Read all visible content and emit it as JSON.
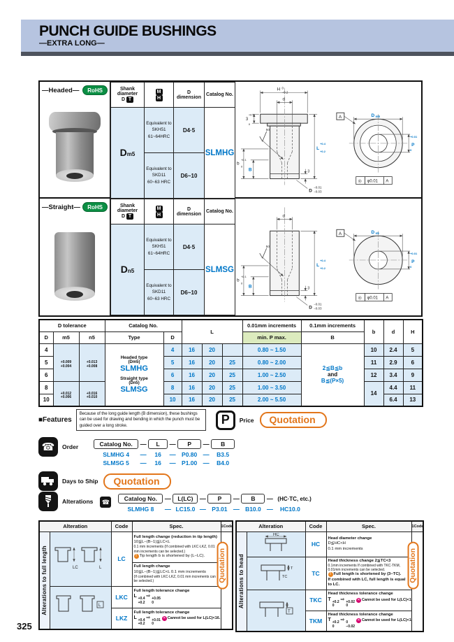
{
  "page": {
    "title": "PUNCH GUIDE BUSHINGS",
    "subtitle": "—EXTRA LONG—",
    "page_number": "325"
  },
  "colors": {
    "accent_blue": "#0077c8",
    "band_blue": "#b6c4e0",
    "rohs_green": "#0b8f44",
    "quote_orange": "#e2761b",
    "cell_blue": "#dcebf7",
    "pmax_green": "#dcebbe"
  },
  "spec_headers": {
    "shank_line1": "Shank diameter",
    "shank_d": "D",
    "shank_t": "T",
    "m": "M",
    "h": "H",
    "d_dim1": "D",
    "d_dim2": "dimension",
    "catalog": "Catalog No."
  },
  "headed": {
    "label": "—Headed—",
    "rohs": "RoHS",
    "shank_main": "D",
    "shank_sub": "m5",
    "mat1_l1": "Equivalent to",
    "mat1_l2": "SKH51",
    "mat1_l3": "61~64HRC",
    "mat1_d": "D4·5",
    "mat2_l1": "Equivalent to",
    "mat2_l2": "SKD11",
    "mat2_l3": "60~63 HRC",
    "mat2_d": "D6~10",
    "catalog_no": "SLMHG"
  },
  "straight": {
    "label": "—Straight—",
    "rohs": "RoHS",
    "shank_main": "D",
    "shank_sub": "n5",
    "mat1_l1": "Equivalent to",
    "mat1_l2": "SKH51",
    "mat1_l3": "61~64HRC",
    "mat1_d": "D4·5",
    "mat2_l1": "Equivalent to",
    "mat2_l2": "SKD11",
    "mat2_l3": "60~63 HRC",
    "mat2_d": "D6~10",
    "catalog_no": "SLMSG"
  },
  "drawing_headed": {
    "H": "H",
    "H_sup": "0",
    "H_sub": "−0.2",
    "d": "d",
    "t3": "3",
    "t3_sup": "+0.2",
    "t3_sub": "0",
    "rough": "50",
    "L": "L",
    "L_sup": "+0.4",
    "L_sub": "+0.2",
    "B": "B",
    "b": "b",
    "b_sup": "+0.1",
    "b_sub": "0",
    "bot3": "3",
    "D": "D",
    "D_sup": "−0.01",
    "D_sub": "−0.03",
    "datum": "A",
    "dia_main": "D",
    "dia_sub": "m5",
    "P": "P",
    "P_sup": "+0.01",
    "P_sub": "0",
    "fcf_sym": "◎",
    "fcf_tol": "φ0.01",
    "fcf_datum": "A"
  },
  "drawing_straight": {
    "d": "d",
    "rough": "50",
    "L": "L",
    "L_sup": "+0.4",
    "L_sub": "+0.2",
    "B": "B",
    "b": "b",
    "b_sup": "+0.1",
    "b_sub": "0",
    "bot3": "3",
    "D": "D",
    "D_sup": "−0.01",
    "D_sub": "−0.03",
    "datum": "A",
    "dia_main": "D",
    "dia_sub": "n5",
    "P": "P",
    "P_sup": "+0.01",
    "P_sub": "0",
    "fcf_sym": "◎",
    "fcf_tol": "φ0.01",
    "fcf_datum": "A"
  },
  "main_table": {
    "headers": {
      "d_tol": "D tolerance",
      "D": "D",
      "m5": "m5",
      "n5": "n5",
      "catalog": "Catalog No.",
      "type": "Type",
      "D2": "D",
      "L": "L",
      "inc001": "0.01mm increments",
      "pmax": "min. P max.",
      "inc01": "0.1mm increments",
      "B": "B",
      "b": "b",
      "d": "d",
      "H": "H"
    },
    "tol": {
      "m5_a_sup": "+0.009",
      "m5_a_sub": "+0.004",
      "n5_a_sup": "+0.013",
      "n5_a_sub": "+0.008",
      "m5_b_sup": "+0.012",
      "m5_b_sub": "+0.006",
      "n5_b_sup": "+0.016",
      "n5_b_sub": "+0.010"
    },
    "type_cell": {
      "headed_label": "Headed type",
      "headed_sub": "(Dm5)",
      "headed_cat": "SLMHG",
      "straight_label": "Straight type",
      "straight_sub": "(Dn5)",
      "straight_cat": "SLMSG"
    },
    "rows": [
      {
        "D": "4",
        "L1": "16",
        "L2": "20",
        "L3": "",
        "P": "0.80 ~ 1.50",
        "b": "10",
        "d": "2.4",
        "H": "5"
      },
      {
        "D": "5",
        "L1": "16",
        "L2": "20",
        "L3": "25",
        "P": "0.80 ~ 2.00",
        "b": "11",
        "d": "2.9",
        "H": "6"
      },
      {
        "D": "6",
        "L1": "16",
        "L2": "20",
        "L3": "25",
        "P": "1.00 ~ 2.50",
        "b": "12",
        "d": "3.4",
        "H": "9"
      },
      {
        "D": "8",
        "L1": "16",
        "L2": "20",
        "L3": "25",
        "P": "1.00 ~ 3.50",
        "b": "14",
        "d": "4.4",
        "H": "11"
      },
      {
        "D": "10",
        "L1": "16",
        "L2": "20",
        "L3": "25",
        "P": "2.00 ~ 5.50",
        "d": "6.4",
        "H": "13"
      }
    ],
    "B_cell": {
      "line1": "2≦B≦b",
      "line2": "and",
      "line3": "B≦(P×5)"
    }
  },
  "features": {
    "label": "■Features",
    "text": "Because of the long guide length (B dimension), these bushings can be used for drawing and bending in which the punch must be guided over a long stroke."
  },
  "price": {
    "icon": "P",
    "label": "Price",
    "quote": "Quotation"
  },
  "order": {
    "label": "Order",
    "icon": "phone",
    "boxes": [
      "Catalog No.",
      "L",
      "P",
      "B"
    ],
    "dash": "—",
    "examples": [
      [
        "SLMHG 4",
        "16",
        "P0.80",
        "B3.5"
      ],
      [
        "SLMSG 5",
        "16",
        "P1.00",
        "B4.0"
      ]
    ]
  },
  "days": {
    "label": "Days to Ship",
    "quote": "Quotation"
  },
  "alter_order": {
    "label": "Alterations",
    "boxes": [
      "Catalog No.",
      "L(LC)",
      "P",
      "B"
    ],
    "suffix": "(HC·TC, etc.)",
    "dash": "—",
    "example": [
      "SLMHG 8",
      "LC15.0",
      "P3.01",
      "B10.0",
      "HC10.0"
    ]
  },
  "alt_left": {
    "side": "Alterations to full length",
    "h_alteration": "Alteration",
    "h_code": "Code",
    "h_spec": "Spec.",
    "h_1code": "1Code",
    "quote": "Quotation",
    "lc": {
      "code": "LC",
      "diag1": "LC",
      "diag2": "L",
      "s1_l1": "Full length change (reduction in tip length)",
      "s1_l2": "10≦L−(B−1)≦LC<L",
      "s1_l3": "0.1 mm increments (If combined with LKC·LKZ, 0.01 mm increments can be selected.)",
      "s1_l4": "Tip length b is shortened by (L−LC).",
      "s2_l1": "Full length change",
      "s2_l2": "10≦L−(B−1)≦LC<L  0.1 mm increments",
      "s2_l3": "(If combined with LKC·LKZ, 0.01 mm increments can be selected.)"
    },
    "lkc": {
      "code": "LKC",
      "diag": "L",
      "spec": "Full length tolerance change",
      "sym": "L",
      "f_sup": "+0.4",
      "f_sub": "+0.2",
      "t_sup": "+0.05",
      "t_sub": "0"
    },
    "lkz": {
      "code": "LKZ",
      "spec": "Full length tolerance change",
      "sym": "L",
      "f_sup": "+0.4",
      "f_sub": "+0.2",
      "t_sup": "+0.01",
      "t_sub": "0",
      "note": "Cannot be used for L(LC)<16."
    }
  },
  "alt_right": {
    "side": "Alterations to head",
    "h_alteration": "Alteration",
    "h_code": "Code",
    "h_spec": "Spec.",
    "h_1code": "1Code",
    "quote": "Quotation",
    "hc": {
      "code": "HC",
      "diag": "HC",
      "l1": "Head diameter change",
      "l2": "D≦HC<H",
      "l3": "0.1 mm increments"
    },
    "tc": {
      "code": "TC",
      "diag1": "TC",
      "diag2": "T",
      "l1": "Head thickness change 2≦TC<3",
      "l2": "0.1mm increments   If combined with TKC·TKM, 0.01mm increments can be selected.",
      "l3": "Full length is shortened by (3−TC).",
      "l4": "If combined with LC, full length is equal to LC."
    },
    "tkc": {
      "code": "TKC",
      "diag": "T",
      "spec": "Head thickness tolerance change",
      "sym": "T",
      "f_sup": "+0.2",
      "f_sub": "0",
      "t_sup": "+0.02",
      "t_sub": "0",
      "note": "Cannot be used for L(LC)<16."
    },
    "tkm": {
      "code": "TKM",
      "spec": "Head thickness tolerance change",
      "sym": "T",
      "f_sup": "+0.2",
      "f_sub": "0",
      "t_sup": "0",
      "t_sub": "−0.02",
      "note": "Cannot be used for L(LC)<16."
    }
  }
}
